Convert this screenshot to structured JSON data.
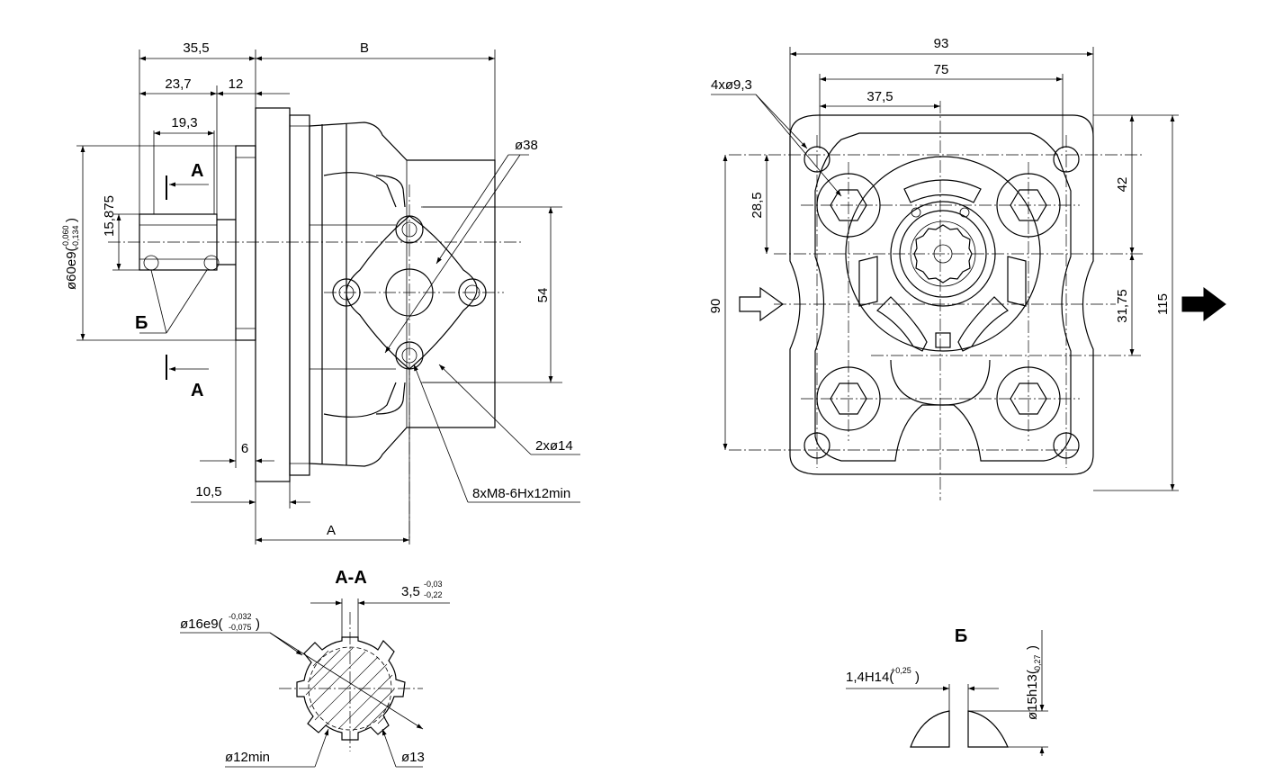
{
  "side_view": {
    "dim_35_5": "35,5",
    "dim_b": "B",
    "dim_23_7": "23,7",
    "dim_12": "12",
    "dim_19_3": "19,3",
    "dim_15_875": "15,875",
    "dim_d60": "ø60e9(",
    "dim_d60_upper": "-0,060",
    "dim_d60_lower": "-0,134",
    "dim_d60_close": ")",
    "dim_d38": "ø38",
    "dim_54": "54",
    "dim_2xd14": "2xø14",
    "dim_8xm8": "8xM8-6Hx12min",
    "dim_6": "6",
    "dim_10_5": "10,5",
    "dim_a": "A",
    "section_mark_top": "A",
    "section_mark_bottom": "A",
    "detail_mark": "Б"
  },
  "front_view": {
    "dim_93": "93",
    "dim_75": "75",
    "dim_37_5": "37,5",
    "dim_4xd9_3": "4xø9,3",
    "dim_28_5": "28,5",
    "dim_90": "90",
    "dim_42": "42",
    "dim_31_75": "31,75",
    "dim_115": "115"
  },
  "section_aa": {
    "title": "A-A",
    "dim_3_5": "3,5",
    "dim_3_5_upper": "-0,03",
    "dim_3_5_lower": "-0,22",
    "dim_d16": "ø16e9(",
    "dim_d16_upper": "-0,032",
    "dim_d16_lower": "-0,075",
    "dim_d16_close": ")",
    "dim_d12min": "ø12min",
    "dim_d13": "ø13"
  },
  "detail_b": {
    "title": "Б",
    "dim_groove": "1,4H14(",
    "dim_groove_tol": "+0,25",
    "dim_groove_close": ")",
    "dim_d15": "ø15h13(",
    "dim_d15_tol": "-0,27",
    "dim_d15_close": ")"
  },
  "colors": {
    "ink": "#000000",
    "paper": "#ffffff"
  }
}
